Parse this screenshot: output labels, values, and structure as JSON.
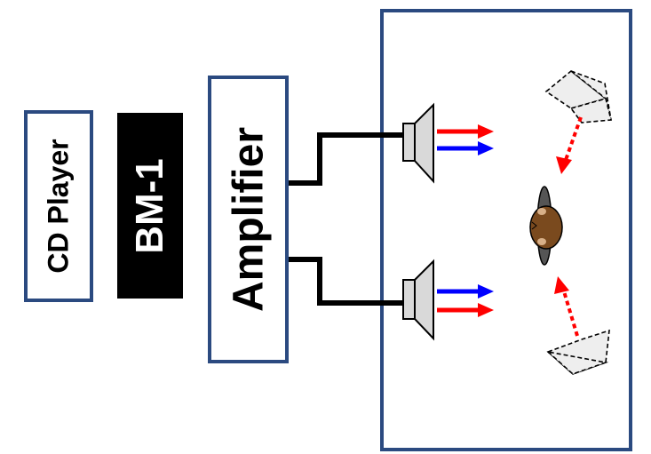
{
  "labels": {
    "cd_player": "CD Player",
    "bm1": "BM-1",
    "amplifier": "Amplifier"
  },
  "colors": {
    "box_border": "#2b4a80",
    "bm1_fill": "#000000",
    "arrow_red": "#ff0000",
    "arrow_blue": "#0000ff",
    "cable": "#000000",
    "speaker_fill": "#d9d9d9"
  }
}
